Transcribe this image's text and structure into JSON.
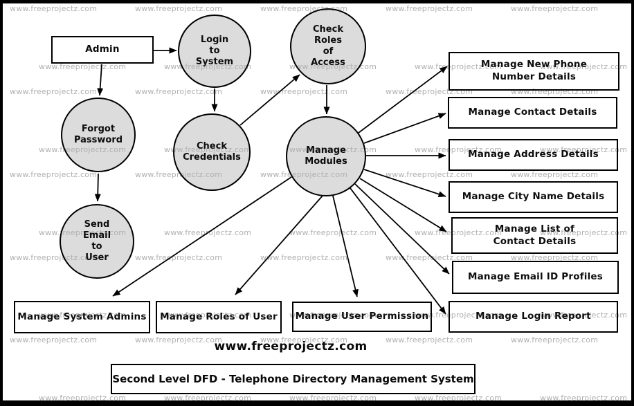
{
  "diagram": {
    "processes": [
      {
        "id": "login-to-system",
        "label": "Login\nto\nSystem"
      },
      {
        "id": "check-roles-of-access",
        "label": "Check\nRoles\nof\nAccess"
      },
      {
        "id": "forgot-password",
        "label": "Forgot\nPassword"
      },
      {
        "id": "check-credentials",
        "label": "Check\nCredentials"
      },
      {
        "id": "manage-modules",
        "label": "Manage\nModules"
      },
      {
        "id": "send-email-to-user",
        "label": "Send\nEmail\nto\nUser"
      }
    ],
    "entities": [
      {
        "id": "admin",
        "label": "Admin"
      },
      {
        "id": "manage-new-phone-number-details",
        "label": "Manage New Phone\nNumber Details"
      },
      {
        "id": "manage-contact-details",
        "label": "Manage Contact Details"
      },
      {
        "id": "manage-address-details",
        "label": "Manage Address Details"
      },
      {
        "id": "manage-city-name-details",
        "label": "Manage City Name Details"
      },
      {
        "id": "manage-list-of-contact-details",
        "label": "Manage List of\nContact Details"
      },
      {
        "id": "manage-email-id-profiles",
        "label": "Manage Email ID Profiles"
      },
      {
        "id": "manage-login-report",
        "label": "Manage Login Report"
      },
      {
        "id": "manage-system-admins",
        "label": "Manage System Admins"
      },
      {
        "id": "manage-roles-of-user",
        "label": "Manage Roles of User"
      },
      {
        "id": "manage-user-permission",
        "label": "Manage User Permission"
      }
    ]
  },
  "footer": {
    "site_label": "www.freeprojectz.com",
    "title": "Second Level DFD - Telephone Directory Management System"
  },
  "watermark": {
    "text": "www.freeprojectz.com"
  },
  "colors": {
    "process_fill": "#dcdcdc",
    "entity_fill": "#ffffff",
    "stroke": "#000000",
    "watermark": "#b0b0b0"
  }
}
